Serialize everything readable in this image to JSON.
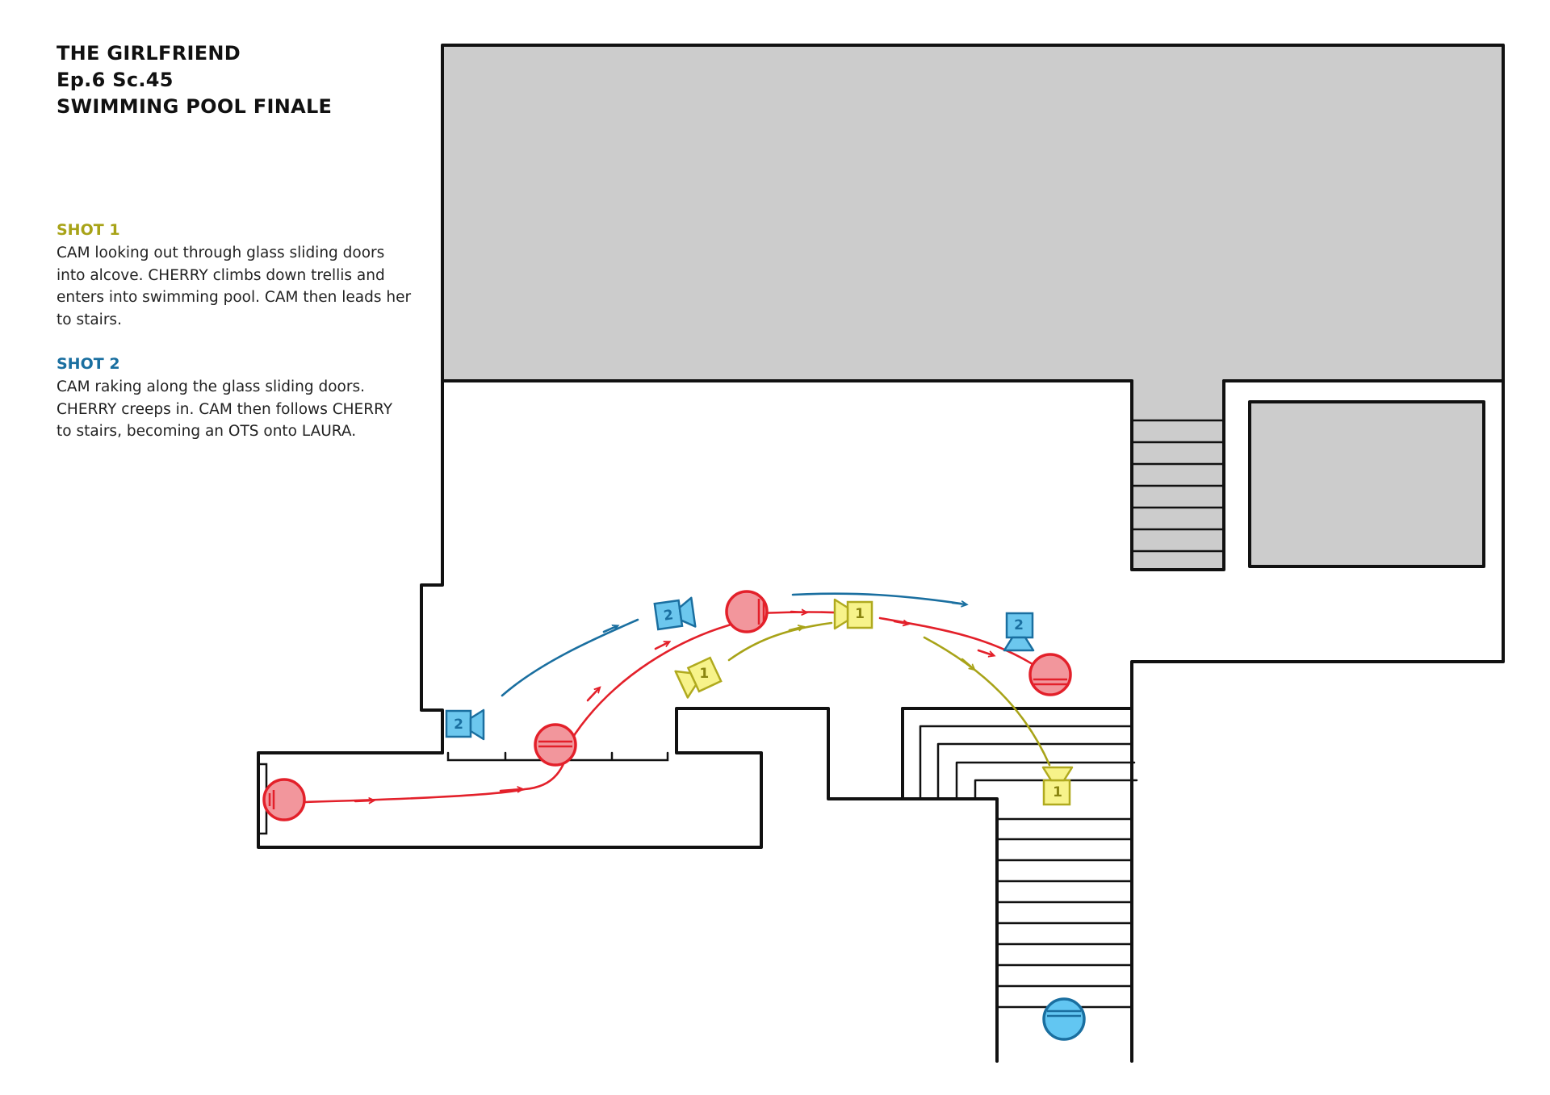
{
  "header": {
    "title": "THE GIRLFRIEND",
    "episode": "Ep.6  Sc.45",
    "scene": "SWIMMING POOL FINALE"
  },
  "shots": [
    {
      "title": "SHOT 1",
      "description": "CAM looking out through glass sliding doors into alcove. CHERRY climbs down trellis and enters into swimming pool. CAM then leads her to stairs.",
      "color": "#a8a318"
    },
    {
      "title": "SHOT 2",
      "description": "CAM raking along the glass sliding doors. CHERRY creeps in. CAM then follows CHERRY to stairs, becoming an OTS onto LAURA.",
      "color": "#1a6fa0"
    }
  ],
  "cameras": {
    "shot1_label": "1",
    "shot2_label": "2",
    "shot1_fill": "#f7f38a",
    "shot1_stroke": "#b0aa1e",
    "shot2_fill": "#6cc7ee",
    "shot2_stroke": "#1a6fa0"
  },
  "actors": {
    "cherry_fill": "#f2969c",
    "cherry_stroke": "#e3202a",
    "laura_fill": "#62c6f2",
    "laura_stroke": "#1a6fa0"
  },
  "colors": {
    "room_fill": "#cccccc",
    "wall": "#111111",
    "cherry_path": "#e3202a",
    "shot1_path": "#a8a318",
    "shot2_path": "#1a6fa0"
  }
}
